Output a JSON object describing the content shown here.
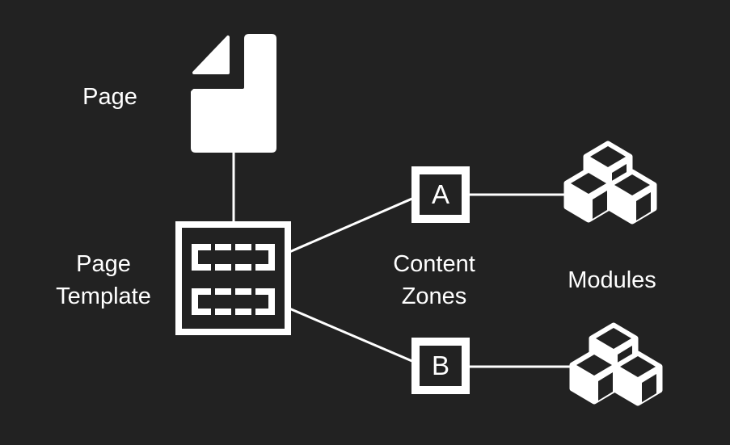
{
  "diagram": {
    "colors": {
      "background": "#222222",
      "foreground": "#ffffff"
    },
    "nodes": {
      "page": {
        "label": "Page",
        "icon": "document-page-icon"
      },
      "page_template": {
        "label": "Page Template",
        "icon": "template-grid-icon"
      },
      "content_zones": {
        "label": "Content Zones",
        "zones": [
          "A",
          "B"
        ]
      },
      "modules": {
        "label": "Modules",
        "icon": "cubes-icon",
        "instances": 2
      }
    },
    "connections": [
      {
        "from": "page",
        "to": "page-template"
      },
      {
        "from": "page-template",
        "to": "zone-A"
      },
      {
        "from": "page-template",
        "to": "zone-B"
      },
      {
        "from": "zone-A",
        "to": "modules-top"
      },
      {
        "from": "zone-B",
        "to": "modules-bottom"
      }
    ]
  }
}
